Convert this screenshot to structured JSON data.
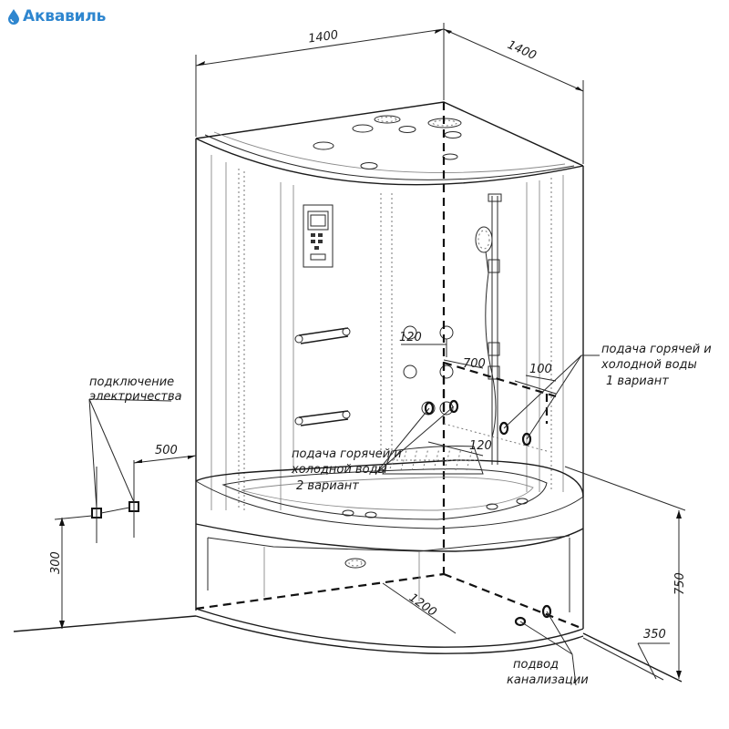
{
  "logo": {
    "text": "Аквавиль",
    "icon": "water-drop-icon",
    "color": "#2e86cf"
  },
  "dimensions": {
    "top_width": "1400",
    "side_depth": "1400",
    "jets_spacing_a": "120",
    "jets_spacing_b": "120",
    "panel_width": "700",
    "panel_offset": "100",
    "elec_offset": "500",
    "elec_height": "300",
    "tray_height": "750",
    "drain_offset": "350",
    "base_diagonal": "1200"
  },
  "labels": {
    "electricity": [
      "подключение",
      "электричества"
    ],
    "water_v1": [
      "подача горячей и",
      "холодной воды",
      "1 вариант"
    ],
    "water_v2": [
      "подача горячей и",
      "холодной воды",
      "2 вариант"
    ],
    "drain": [
      "подвод",
      "канализации"
    ]
  }
}
